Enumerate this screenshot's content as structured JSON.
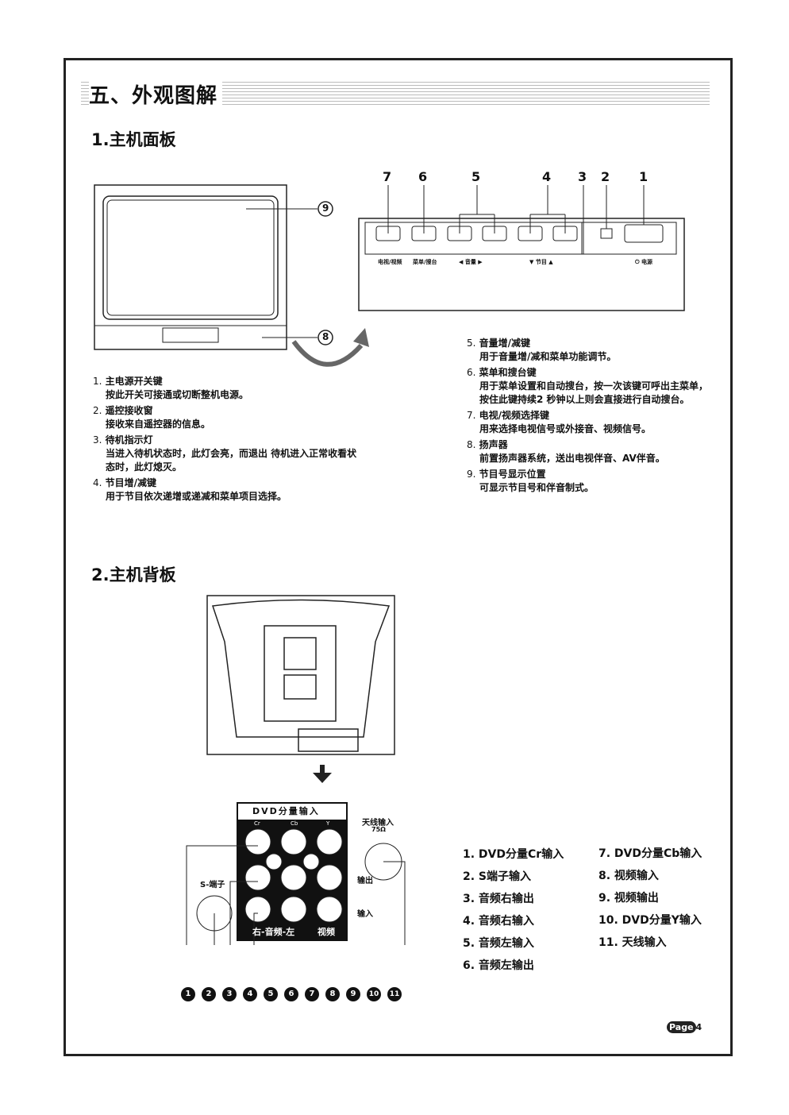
{
  "title": "五、外观图解",
  "section1": "1.主机面板",
  "section2": "2.主机背板",
  "front_items": [
    {
      "num": "1.",
      "name": "主电源开关键",
      "desc": "按此开关可接通或切断整机电源。"
    },
    {
      "num": "2.",
      "name": "遥控接收窗",
      "desc": "接收来自遥控器的信息。"
    },
    {
      "num": "3.",
      "name": "待机指示灯",
      "desc": "当进入待机状态时，此灯会亮，而退出 待机进入正常收看状态时，此灯熄灭。"
    },
    {
      "num": "4.",
      "name": "节目增/减键",
      "desc": "用于节目依次递增或递减和菜单项目选择。"
    },
    {
      "num": "5.",
      "name": "音量增/减键",
      "desc": "用于音量增/减和菜单功能调节。"
    },
    {
      "num": "6.",
      "name": "菜单和搜台键",
      "desc": "用于菜单设置和自动搜台，按一次该键可呼出主菜单，按住此键持续2 秒钟以上则会直接进行自动搜台。"
    },
    {
      "num": "7.",
      "name": "电视/视频选择键",
      "desc": "用来选择电视信号或外接音、视频信号。"
    },
    {
      "num": "8.",
      "name": "扬声器",
      "desc": "前置扬声器系统，送出电视伴音、AV伴音。"
    },
    {
      "num": "9.",
      "name": "节目号显示位置",
      "desc": "可显示节目号和伴音制式。"
    }
  ],
  "panel_labels": [
    "电视/视频",
    "菜单/搜台",
    "◀  音量  ▶",
    "▼  节目  ▲",
    "⏻ 电源"
  ],
  "callouts_front": [
    "7",
    "6",
    "5",
    "4",
    "3",
    "2",
    "1"
  ],
  "callout_9": "9",
  "callout_8": "8",
  "jack_panel": {
    "header": "DVD分量输入",
    "cr": "Cr",
    "cb": "Cb",
    "y": "Y",
    "antenna": "天线输入",
    "ohm": "75Ω",
    "s_terminal": "S-端子",
    "out": "输出",
    "in": "输入",
    "audio": "右-音频-左",
    "video": "视频"
  },
  "back_callouts": [
    "1",
    "2",
    "3",
    "4",
    "5",
    "6",
    "7",
    "8",
    "9",
    "10",
    "11"
  ],
  "back_items_left": [
    "1. DVD分量Cr输入",
    "2. S端子输入",
    "3. 音频右输出",
    "4. 音频右输入",
    "5. 音频左输入",
    "6. 音频左输出"
  ],
  "back_items_right": [
    "7. DVD分量Cb输入",
    "8. 视频输入",
    "9. 视频输出",
    "10. DVD分量Y输入",
    "11. 天线输入"
  ],
  "page_label": "Page",
  "page_number": "4"
}
